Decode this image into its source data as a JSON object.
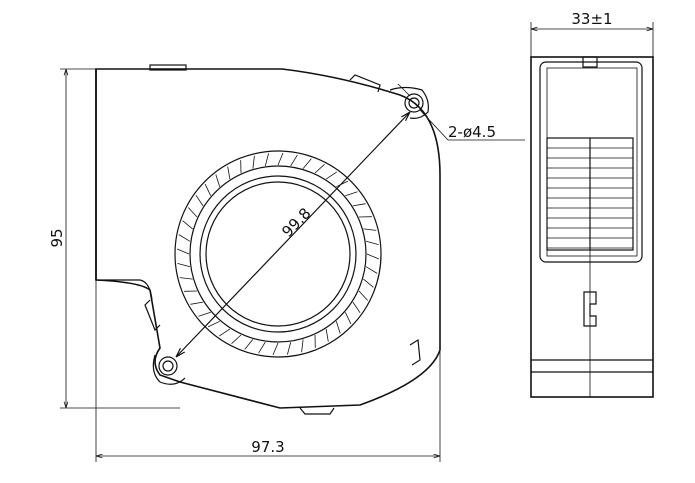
{
  "dimensions": {
    "height": "95",
    "width": "97.3",
    "depth": "33±1",
    "diagonal": "99.8",
    "holes": "2-ø4.5"
  }
}
